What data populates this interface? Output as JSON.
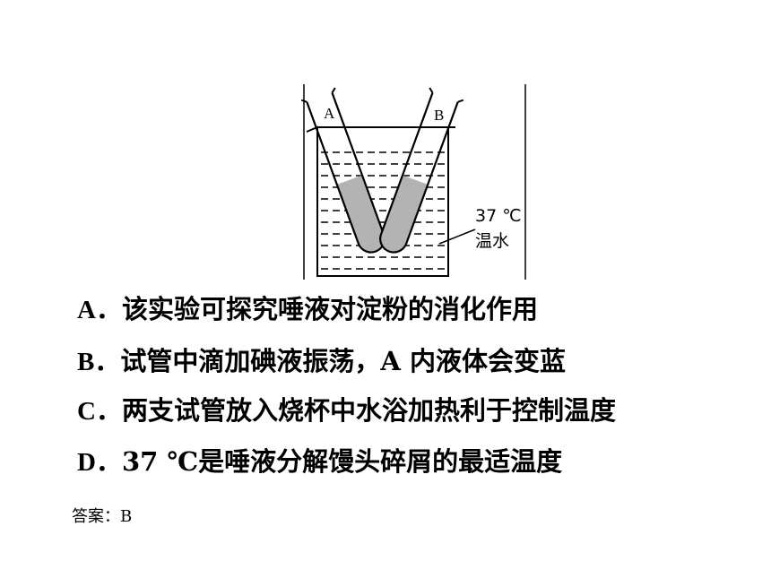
{
  "figure": {
    "tube_a_label": "A",
    "tube_b_label": "B",
    "temp_label": "37 ℃",
    "water_label": "温水"
  },
  "options": {
    "a": {
      "letter": "A",
      "sep": "．",
      "text": "该实验可探究唾液对淀粉的消化作用"
    },
    "b": {
      "letter": "B",
      "sep": "．",
      "text": "试管中滴加碘液振荡，A 内液体会变蓝"
    },
    "c": {
      "letter": "C",
      "sep": "．",
      "text": "两支试管放入烧杯中水浴加热利于控制温度"
    },
    "d": {
      "letter": "D",
      "sep": "．",
      "text": "37  ℃是唾液分解馒头碎屑的最适温度"
    }
  },
  "answer": {
    "label": "答案",
    "sep": "：",
    "value": "B"
  }
}
